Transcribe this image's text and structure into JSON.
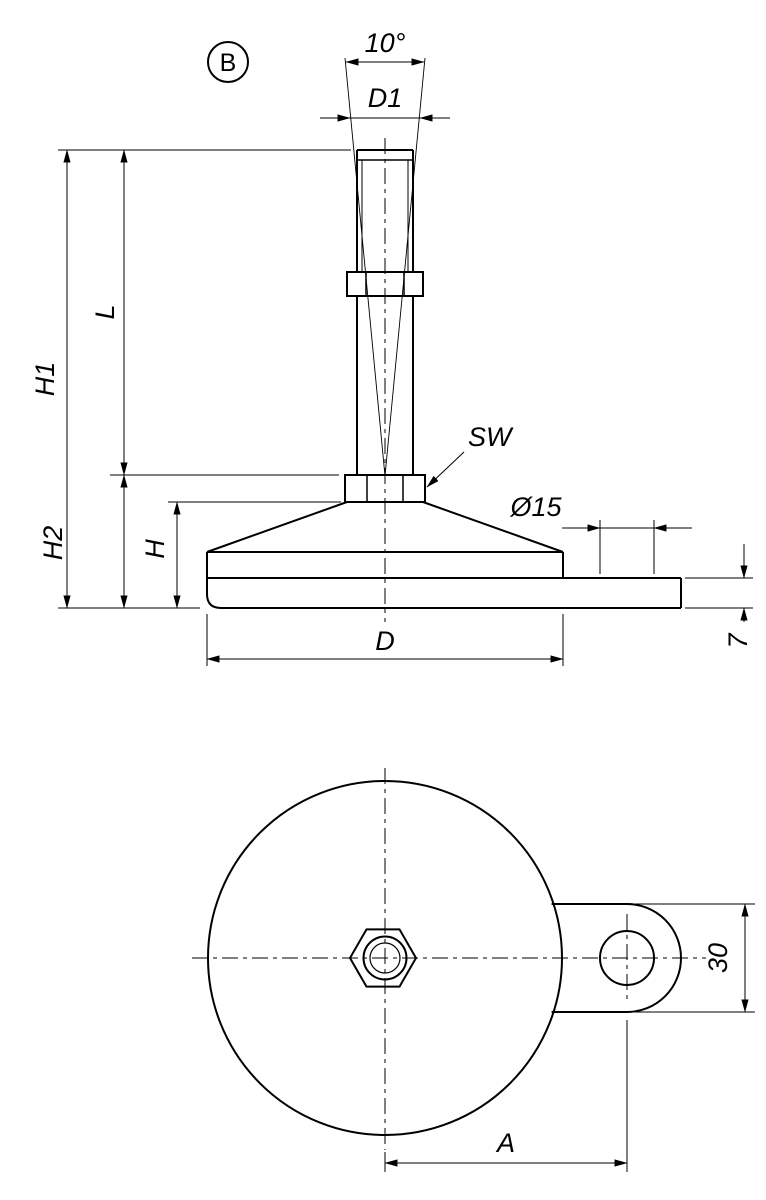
{
  "page": {
    "background": "#ffffff",
    "line_color": "#000000"
  },
  "drawing": {
    "view_label": "B",
    "side_view": {
      "angle": "10°",
      "d1": "D1",
      "h1": "H1",
      "l": "L",
      "h2": "H2",
      "h": "H",
      "sw": "SW",
      "hole_dia": "Ø15",
      "base_dia": "D",
      "tab_thickness": "7"
    },
    "plan_view": {
      "tab_width": "30",
      "hole_distance": "A"
    }
  }
}
